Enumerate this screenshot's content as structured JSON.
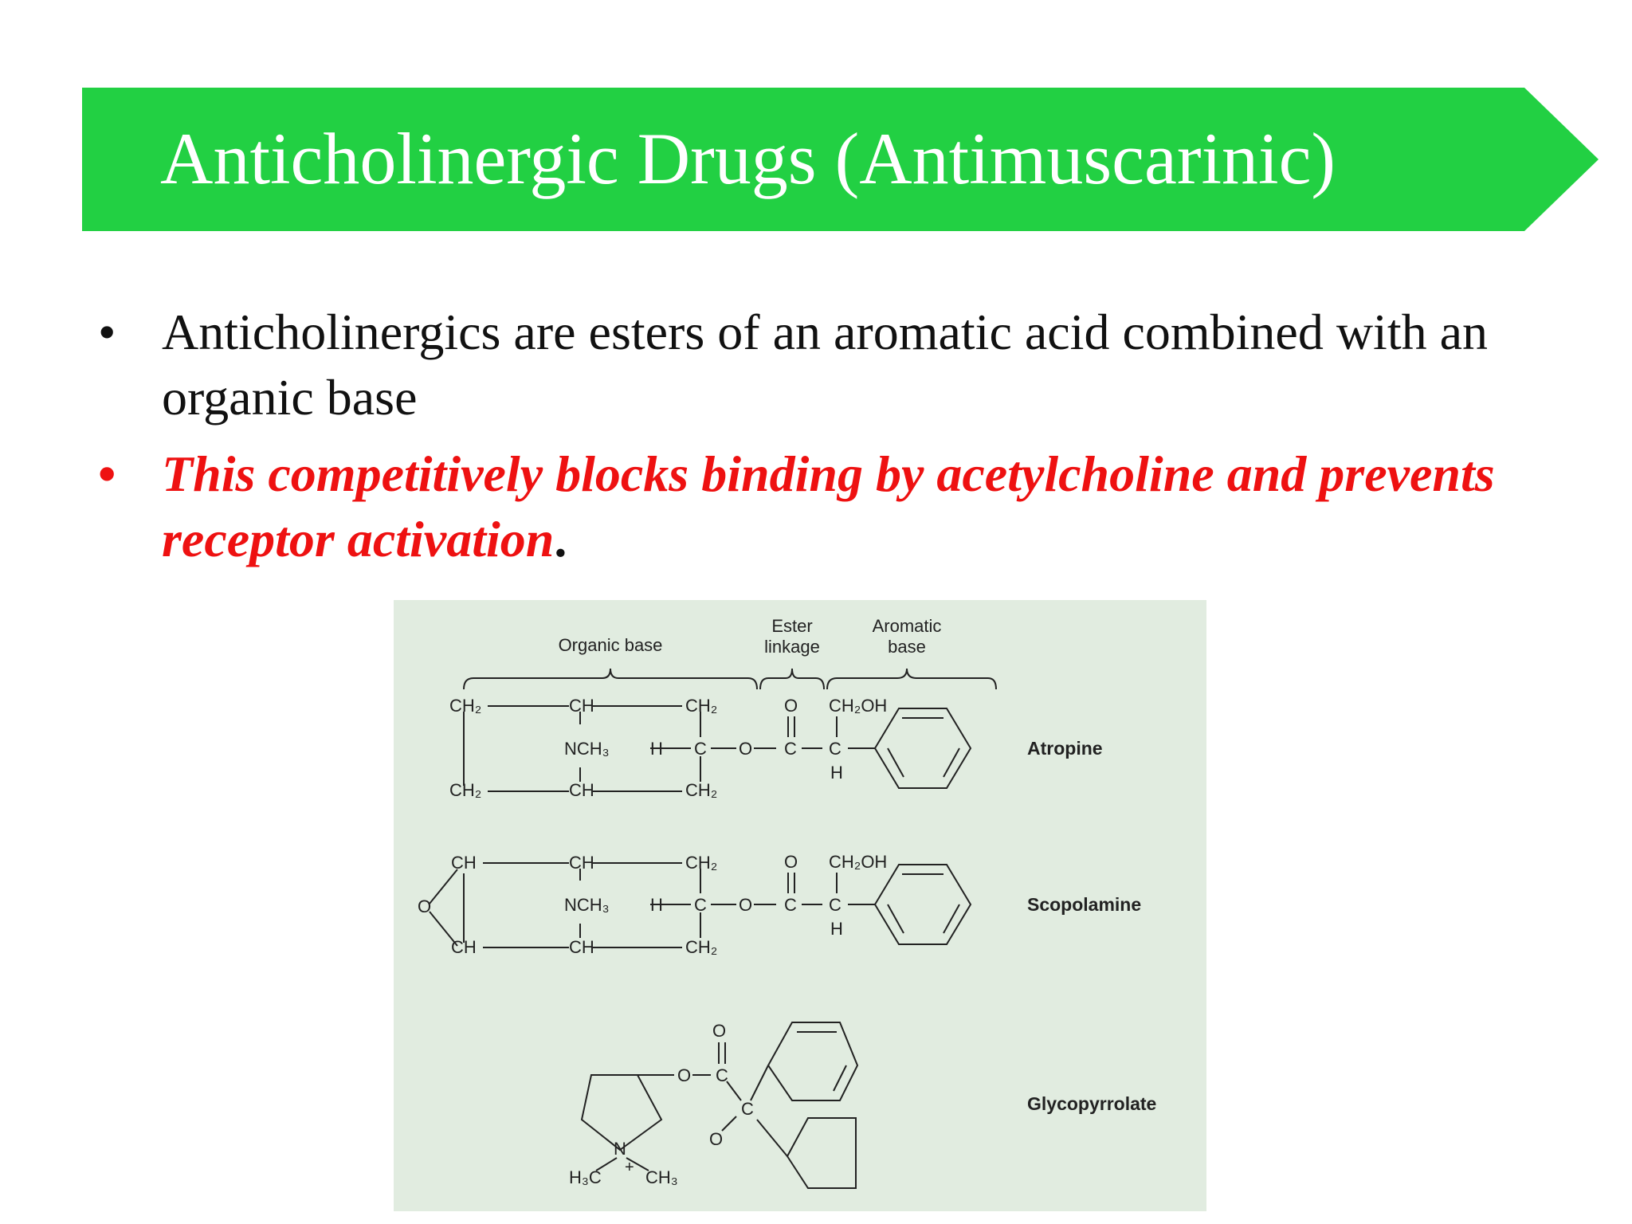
{
  "slide": {
    "title": "Anticholinergic Drugs (Antimuscarinic)",
    "banner_color": "#22d043",
    "accent_red": "#ee1111",
    "bullets": [
      {
        "text": "Anticholinergics are esters of an aromatic acid combined with an organic base"
      },
      {
        "text": "This competitively blocks binding by acetylcholine and prevents receptor activation",
        "trailing": "."
      }
    ]
  },
  "figure": {
    "header": {
      "organic_base": "Organic base",
      "ester_line1": "Ester",
      "ester_line2": "linkage",
      "aromatic_line1": "Aromatic",
      "aromatic_line2": "base"
    },
    "names": {
      "atropine": "Atropine",
      "scopolamine": "Scopolamine",
      "glycopyrrolate": "Glycopyrrolate"
    },
    "atoms": {
      "ch2": "CH₂",
      "ch": "CH",
      "nch3": "NCH₃",
      "h": "H",
      "c": "C",
      "o": "O",
      "ch2oh": "CH₂OH",
      "n": "N",
      "h3c": "H₃C",
      "ch3": "CH₃",
      "plus": "+"
    }
  }
}
